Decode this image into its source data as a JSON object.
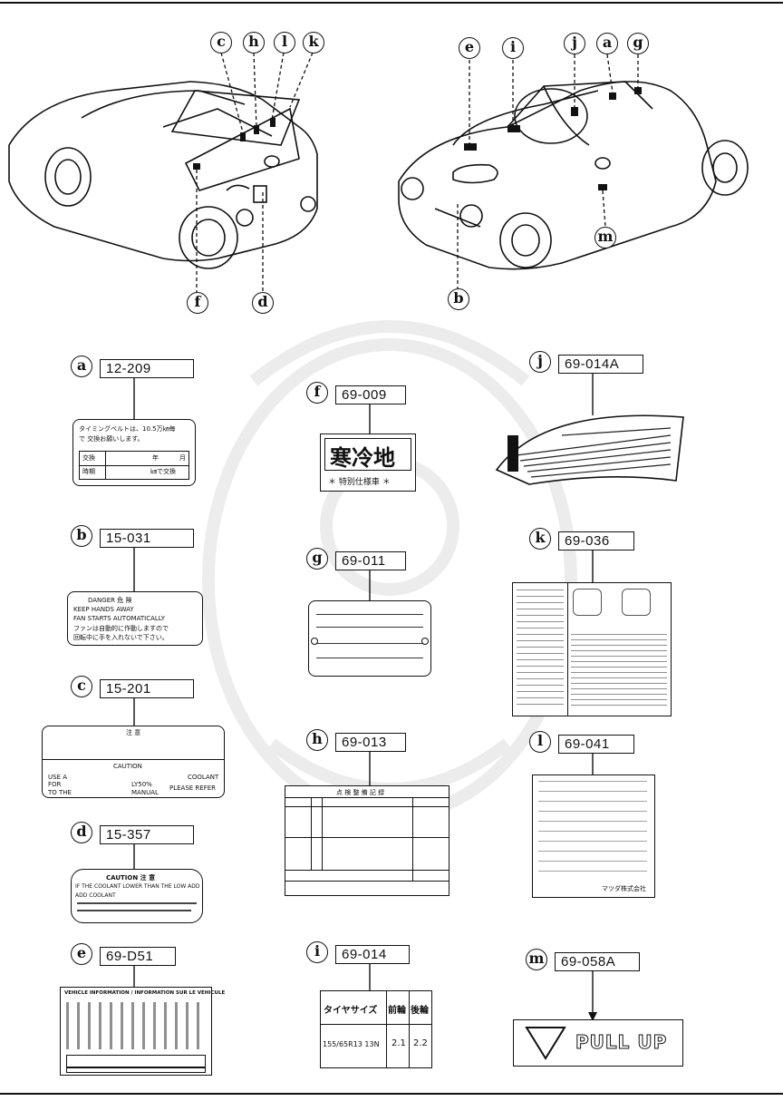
{
  "callouts_top": {
    "left_car": [
      "c",
      "h",
      "l",
      "k",
      "f",
      "d"
    ],
    "right_car": [
      "e",
      "i",
      "j",
      "a",
      "g",
      "m",
      "b"
    ]
  },
  "labels": {
    "a": {
      "letter": "a",
      "code": "12-209",
      "text1": "タイミングベルトは、10.5万㎞毎",
      "text2": "で 交換お願いします。",
      "row1a": "交換",
      "row1b": "年",
      "row1c": "月",
      "row2a": "時期",
      "row2b": "㎞で交換"
    },
    "b": {
      "letter": "b",
      "code": "15-031",
      "line1": "DANGER  危 険",
      "line2": "KEEP  HANDS  AWAY",
      "line3": "FAN  STARTS  AUTOMATICALLY",
      "line4": "ファンは自動的に作動しますので",
      "line5": "回転中に手を入れないで下さい。"
    },
    "c": {
      "letter": "c",
      "code": "15-201",
      "title": "注 意",
      "caution": "CAUTION",
      "l1": "USE A",
      "l2": "COOLANT",
      "l3": "FOR",
      "l4": "LY50%",
      "l5": "PLEASE REFER",
      "l6": "TO THE",
      "l7": "MANUAL"
    },
    "d": {
      "letter": "d",
      "code": "15-357",
      "line1": "CAUTION  注 意",
      "line2": "IF THE COOLANT LOWER THAN THE LOW ADD",
      "line3": "ADD COOLANT"
    },
    "e": {
      "letter": "e",
      "code": "69-D51",
      "title": "VEHICLE INFORMATION / INFORMATION SUR LE VEHICULE"
    },
    "f": {
      "letter": "f",
      "code": "69-009",
      "big": "寒冷地",
      "small": "＊ 特別仕様車 ＊"
    },
    "g": {
      "letter": "g",
      "code": "69-011"
    },
    "h": {
      "letter": "h",
      "code": "69-013",
      "title": "点 検 整 備 記 録"
    },
    "i": {
      "letter": "i",
      "code": "69-014",
      "h1": "タイヤサイズ",
      "h2": "前輪",
      "h3": "後輪",
      "v1": "155/65R13 13N",
      "v2": "2.1",
      "v3": "2.2"
    },
    "j": {
      "letter": "j",
      "code": "69-014A"
    },
    "k": {
      "letter": "k",
      "code": "69-036"
    },
    "l": {
      "letter": "l",
      "code": "69-041",
      "footer": "マツダ株式会社"
    },
    "m": {
      "letter": "m",
      "code": "69-058A",
      "text": "PULL UP"
    }
  }
}
